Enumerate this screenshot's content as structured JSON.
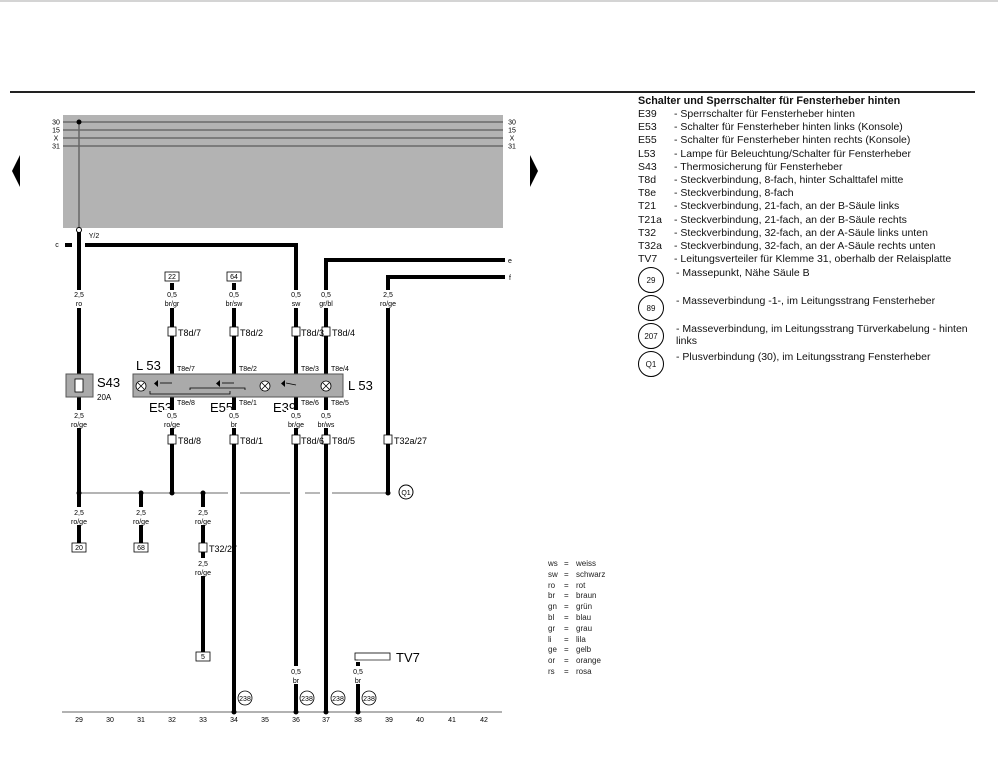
{
  "bus": {
    "left": [
      "30",
      "15",
      "X",
      "31"
    ],
    "right": [
      "30",
      "15",
      "X",
      "31"
    ]
  },
  "labels": {
    "y2": "Y/2",
    "c": "c",
    "e": "e",
    "f": "f"
  },
  "boxes": {
    "b22": "22",
    "b64": "64",
    "b20": "20",
    "b68": "68",
    "b5": "5"
  },
  "wires_top": [
    [
      "2,5",
      "ro"
    ],
    [
      "0,5",
      "br/gr"
    ],
    [
      "0,5",
      "br/sw"
    ],
    [
      "0,5",
      "sw"
    ],
    [
      "0,5",
      "gr/bl"
    ],
    [
      "2,5",
      "ro/ge"
    ]
  ],
  "t8d_top": [
    "T8d/7",
    "T8d/2",
    "T8d/3",
    "T8d/4"
  ],
  "t8e_top": [
    "T8e/7",
    "T8e/2",
    "T8e/3",
    "T8e/4"
  ],
  "t8e_bottom": [
    "T8e/8",
    "T8e/1",
    "T8e/6",
    "T8e/5"
  ],
  "components": {
    "l53_left": "L 53",
    "l53_right": "L 53",
    "s43": "S43",
    "s43_rating": "20A",
    "e53": "E53",
    "e55": "E55",
    "e39": "E39",
    "tv7": "TV7",
    "q1": "Q1"
  },
  "wires_mid": [
    [
      "2,5",
      "ro/ge"
    ],
    [
      "0,5",
      "ro/ge"
    ],
    [
      "0,5",
      "br"
    ],
    [
      "0,5",
      "br/ge"
    ],
    [
      "0,5",
      "br/ws"
    ]
  ],
  "t8d_bottom": [
    "T8d/8",
    "T8d/1",
    "T8d/6",
    "T8d/5",
    "T32a/27"
  ],
  "wires_low": [
    [
      "2,5",
      "ro/ge"
    ],
    [
      "2,5",
      "ro/ge"
    ],
    [
      "2,5",
      "ro/ge"
    ],
    [
      "2,5",
      "ro/ge"
    ],
    [
      "0,5",
      "br"
    ],
    [
      "0,5",
      "br"
    ]
  ],
  "t32": "T32/27",
  "grounds": [
    "238",
    "238",
    "238",
    "238"
  ],
  "tracks": [
    "29",
    "30",
    "31",
    "32",
    "33",
    "34",
    "35",
    "36",
    "37",
    "38",
    "39",
    "40",
    "41",
    "42"
  ],
  "legend": {
    "title": "Schalter und Sperrschalter für Fensterheber hinten",
    "items": [
      [
        "E39",
        "- Sperrschalter für Fensterheber hinten"
      ],
      [
        "E53",
        "- Schalter für Fensterheber hinten links (Konsole)"
      ],
      [
        "E55",
        "- Schalter für Fensterheber hinten rechts (Konsole)"
      ],
      [
        "L53",
        "- Lampe für Beleuchtung/Schalter für Fensterheber"
      ],
      [
        "S43",
        "- Thermosicherung für Fensterheber"
      ],
      [
        "T8d",
        "- Steckverbindung, 8-fach, hinter Schalttafel mitte"
      ],
      [
        "T8e",
        "- Steckverbindung, 8-fach"
      ],
      [
        "T21",
        "- Steckverbindung, 21-fach, an der B-Säule links"
      ],
      [
        "T21a",
        "- Steckverbindung, 21-fach, an der B-Säule rechts"
      ],
      [
        "T32",
        "- Steckverbindung, 32-fach, an der A-Säule links unten"
      ],
      [
        "T32a",
        "- Steckverbindung, 32-fach, an der A-Säule rechts unten"
      ],
      [
        "TV7",
        "- Leitungsverteiler für Klemme 31, oberhalb der Relaisplatte"
      ]
    ],
    "circles": [
      [
        "29",
        "- Massepunkt, Nähe Säule B"
      ],
      [
        "89",
        "- Masseverbindung -1-, im Leitungsstrang Fensterheber"
      ],
      [
        "207",
        "- Masseverbindung, im Leitungsstrang Türverkabelung - hinten links"
      ],
      [
        "Q1",
        "- Plusverbindung (30), im Leitungsstrang Fensterheber"
      ]
    ]
  },
  "colors": [
    [
      "ws",
      "=",
      "weiss"
    ],
    [
      "sw",
      "=",
      "schwarz"
    ],
    [
      "ro",
      "=",
      "rot"
    ],
    [
      "br",
      "=",
      "braun"
    ],
    [
      "gn",
      "=",
      "grün"
    ],
    [
      "bl",
      "=",
      "blau"
    ],
    [
      "gr",
      "=",
      "grau"
    ],
    [
      "li",
      "=",
      "lila"
    ],
    [
      "ge",
      "=",
      "gelb"
    ],
    [
      "or",
      "=",
      "orange"
    ],
    [
      "rs",
      "=",
      "rosa"
    ]
  ]
}
